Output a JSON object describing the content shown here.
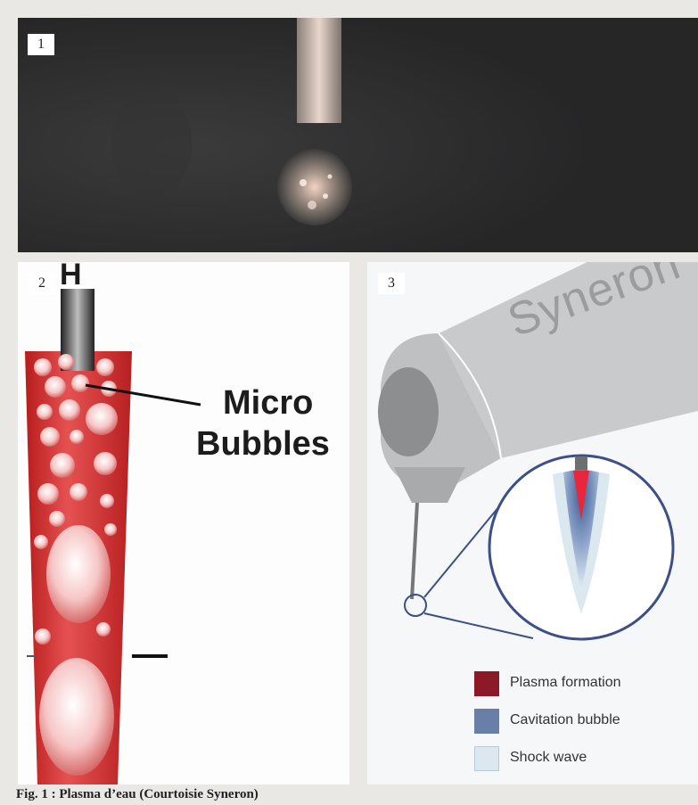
{
  "panel1": {
    "number": "1"
  },
  "panel2": {
    "number": "2",
    "top_letter": "H",
    "label_line1": "Micro",
    "label_line2": "Bubbles"
  },
  "panel3": {
    "number": "3",
    "brand": "Syneron",
    "legend": [
      {
        "label": "Plasma formation",
        "color": "#8c1a26"
      },
      {
        "label": "Cavitation bubble",
        "color": "#6a7fa8"
      },
      {
        "label": "Shock wave",
        "color": "#dbe8f0"
      }
    ]
  },
  "caption": "Fig. 1 : Plasma d’eau (Courtoisie Syneron)"
}
